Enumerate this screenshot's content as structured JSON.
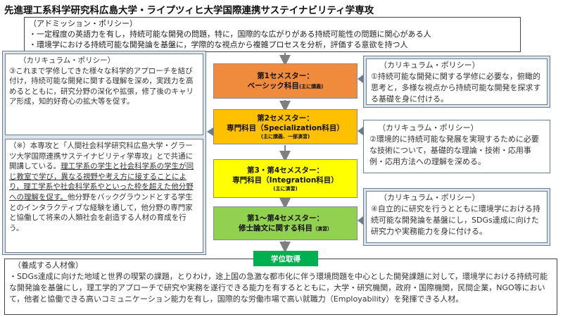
{
  "title": "先進理工系科学研究科広島大学・ライプツィヒ大学国際連携サステイナビリティ学専攻",
  "admission": {
    "heading": "（アドミッション・ポリシー）",
    "lines": [
      "・一定程度の英語力を有し，持続可能な開発の問題，特に，国際的な広がりがある持続可能性の問題に関心がある人",
      "・環境学における持続可能な開発論を基盤に，学際的な視点から複雑プロセスを分析，評価する意欲を持つ人"
    ]
  },
  "left_policy": {
    "box1": {
      "heading": "（カリキュラム・ポリシー）",
      "text": "③これまで学修してきた様々な科学的アプローチを結び付け，持続可能な開発に関する理解を深め，実践力を高めるとともに，研究分野の深化や拡張，修了後のキャリア形成，知的好奇心の拡大等を促す。"
    },
    "box2": {
      "text_plain": "（※）本専攻と「人間社会科学研究科広島大学・グラーツ大学国際連携サステイナビリティ学専攻」とで共通に開講している。",
      "text_underlined": "理工学系の学生と社会科学系の学生が同じ教室で学び，異なる視野や考え方に接することにより，理工学系や社会科学系やといった枠を超えた他分野への理解を促す。",
      "text_tail": "他分野をバックグラウンドとする学生とのインタラクティブな経験を通して，他分野の専門家と協働して将来の人類社会を創造する人材の育成を行う。"
    }
  },
  "steps": [
    {
      "line1": "第1セメスター：",
      "line2": "ベーシック科目",
      "small": "(主に講義)",
      "color": "#f08a3c"
    },
    {
      "line1": "第2セメスター：",
      "line2": "専門科目（Specialization科目）",
      "line3": "(主に講義、一部演習)",
      "color": "#ffc000"
    },
    {
      "line1": "第3・第4セメスター：",
      "line2": "専門科目（Integration科目）",
      "line3": "(主に演習)",
      "color": "#ffff00"
    },
    {
      "line1": "第1～第4セメスター：",
      "line2": "修士論文に関する科目",
      "small": "（演習）",
      "color": "#92d050"
    }
  ],
  "right_policies": [
    {
      "heading": "（カリキュラム・ポリシー）",
      "text": "①持続可能な開発に関する学修に必要な，俯瞰的思考と，多様な視点から持続可能な開発を探求する基礎を身に付ける。"
    },
    {
      "heading": "（カリキュラム・ポリシー）",
      "text": "②環境的に持続可能な発展を実現するために必要な技術について，基礎的な理論・技術・応用事例・応用方法への理解を深める。"
    },
    {
      "heading": "（カリキュラム・ポリシー）",
      "text": "④自立的に研究を行うとともに環境学における持続可能な開発論を基盤にし，SDGs達成に向けた研究力や実務能力を身に付ける。"
    }
  ],
  "degree": {
    "label": "学位取得",
    "color": "#00b050"
  },
  "human_resources": {
    "heading": "（養成する人材像）",
    "text": "・SDGs達成に向けた地域と世界の喫緊の課題，とりわけ，途上国の急激な都市化に伴う環境問題を中心とした開発課題に対して，環境学における持続可能な開発論を基盤にし，理工学的アプローチで研究や実務を遂行できる能力を有するとともに，大学・研究機関，政府・国際機関，民間企業，NGO等において，他者と協働できる高いコミュニケーション能力を有し，国際的な労働市場で高い就職力（Employability）を発揮できる人材。"
  }
}
